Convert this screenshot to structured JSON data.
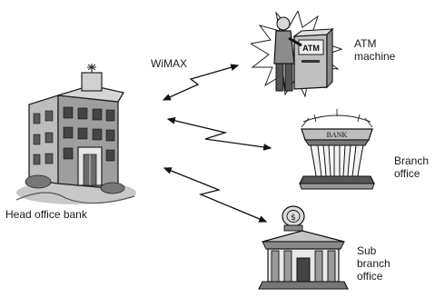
{
  "nodes": {
    "head_office": {
      "label": "Head office bank"
    },
    "atm": {
      "label_line1": "ATM",
      "label_line2": "machine",
      "sign_text": "ATM"
    },
    "branch": {
      "label_line1": "Branch",
      "label_line2": "office",
      "sign_text": "BANK"
    },
    "sub_branch": {
      "label_line1": "Sub",
      "label_line2": "branch",
      "label_line3": "office"
    }
  },
  "links": {
    "wimax_label": "WiMAX",
    "connections": [
      {
        "from": "head_office",
        "to": "atm"
      },
      {
        "from": "head_office",
        "to": "branch"
      },
      {
        "from": "head_office",
        "to": "sub_branch"
      }
    ]
  }
}
